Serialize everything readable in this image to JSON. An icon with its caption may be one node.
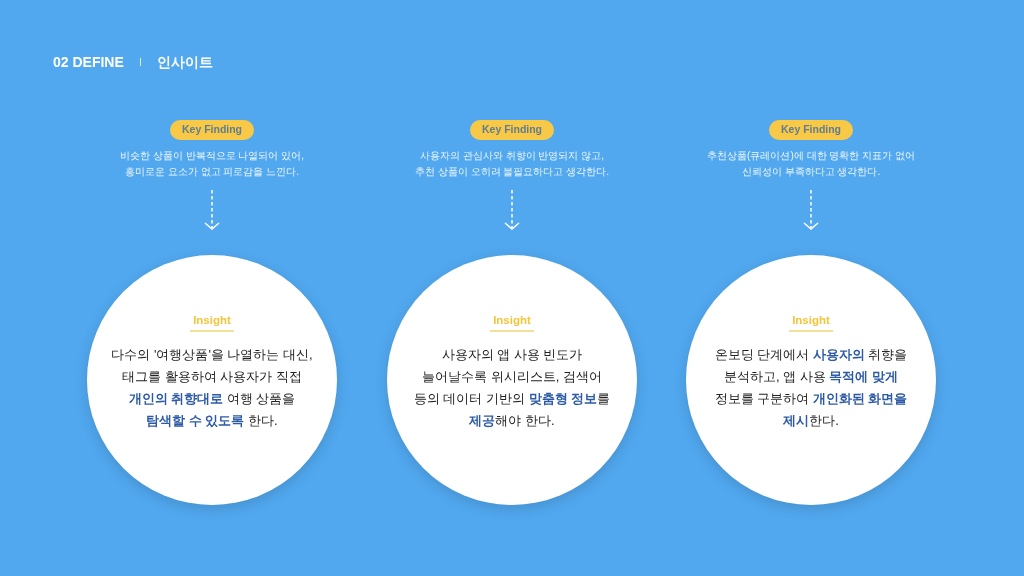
{
  "diagram": {
    "title": "02 DEFINE",
    "nodes": [
      {
        "text": [
          "Key Finding"
        ]
      },
      {
        "text": [
          "비슷한 상품이 반복적으로 나열되어 있어, 흥미로운 요소가 없고 피로감을 느낀다."
        ]
      },
      {
        "text": [
          "Insight",
          "다수의 '여행상품'을 나열하는 대신, 태그를 활용하여 사용자가 직접 **개인의 취향대로** 여행 상품을 **탐색할 수 있도록** 한다."
        ]
      },
      {
        "text": [
          "Key Finding"
        ]
      },
      {
        "text": [
          "사용자의 관심사와 취향이 반영되지 않고, 추천 상품이 오히려 불필요하다고 생각한다."
        ]
      },
      {
        "text": [
          "Insight",
          "사용자의 앱 사용 빈도가 늘어날수록 위시리스트, 검색어 등의 데이터 기반의 **맞춤형 정보**를 **제공**해야 한다."
        ]
      },
      {
        "text": [
          "Key Finding"
        ]
      },
      {
        "text": [
          "추천상품(큐레이션)에 대한 명확한 지표가 없어 신뢰성이 부족하다고 생각한다."
        ]
      },
      {
        "text": [
          "Insight",
          "온보딩 단계에서 **사용자의** 취향을 분석하고, 앱 사용 **목적에 맞게** 정보를 구분하여 **개인화된 화면을 제시**한다."
        ]
      }
    ],
    "edges": [
      {
        "from": 1,
        "to": 2,
        "arrow": "to",
        "style": "dashed"
      },
      {
        "from": 4,
        "to": 5,
        "arrow": "to",
        "style": "dashed"
      },
      {
        "from": 7,
        "to": 8,
        "arrow": "to",
        "style": "dashed"
      }
    ],
    "labels": [
      "인사이트"
    ]
  }
}
